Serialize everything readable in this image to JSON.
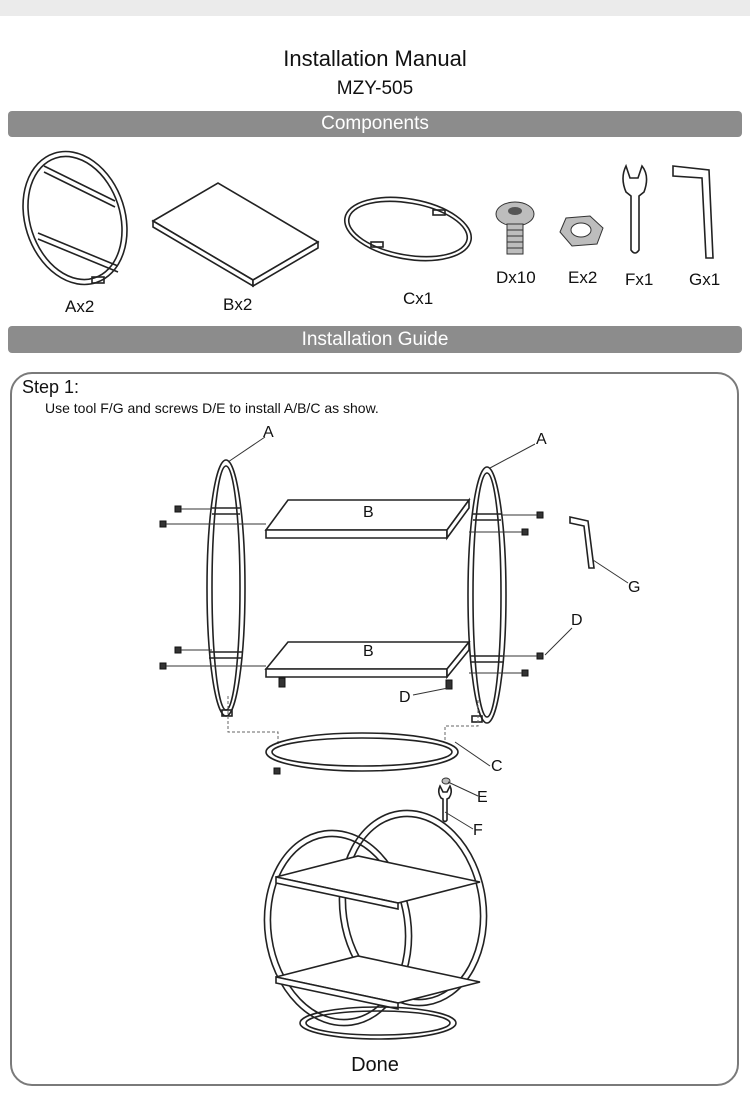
{
  "header": {
    "title": "Installation Manual",
    "model": "MZY-505"
  },
  "sections": {
    "components": "Components",
    "guide": "Installation Guide"
  },
  "parts": [
    {
      "id": "A",
      "label": "Ax2",
      "icon": "ring-frame-icon"
    },
    {
      "id": "B",
      "label": "Bx2",
      "icon": "shelf-board-icon"
    },
    {
      "id": "C",
      "label": "Cx1",
      "icon": "oval-base-icon"
    },
    {
      "id": "D",
      "label": "Dx10",
      "icon": "screw-icon"
    },
    {
      "id": "E",
      "label": "Ex2",
      "icon": "nut-icon"
    },
    {
      "id": "F",
      "label": "Fx1",
      "icon": "wrench-icon"
    },
    {
      "id": "G",
      "label": "Gx1",
      "icon": "hex-key-icon"
    }
  ],
  "step": {
    "title": "Step 1:",
    "text": "Use tool F/G and screws D/E to install A/B/C as show."
  },
  "callouts": {
    "a_left": "A",
    "a_right": "A",
    "b_top": "B",
    "b_bottom": "B",
    "g": "G",
    "d_right": "D",
    "d_bottom": "D",
    "c": "C",
    "e": "E",
    "f": "F"
  },
  "done": "Done"
}
